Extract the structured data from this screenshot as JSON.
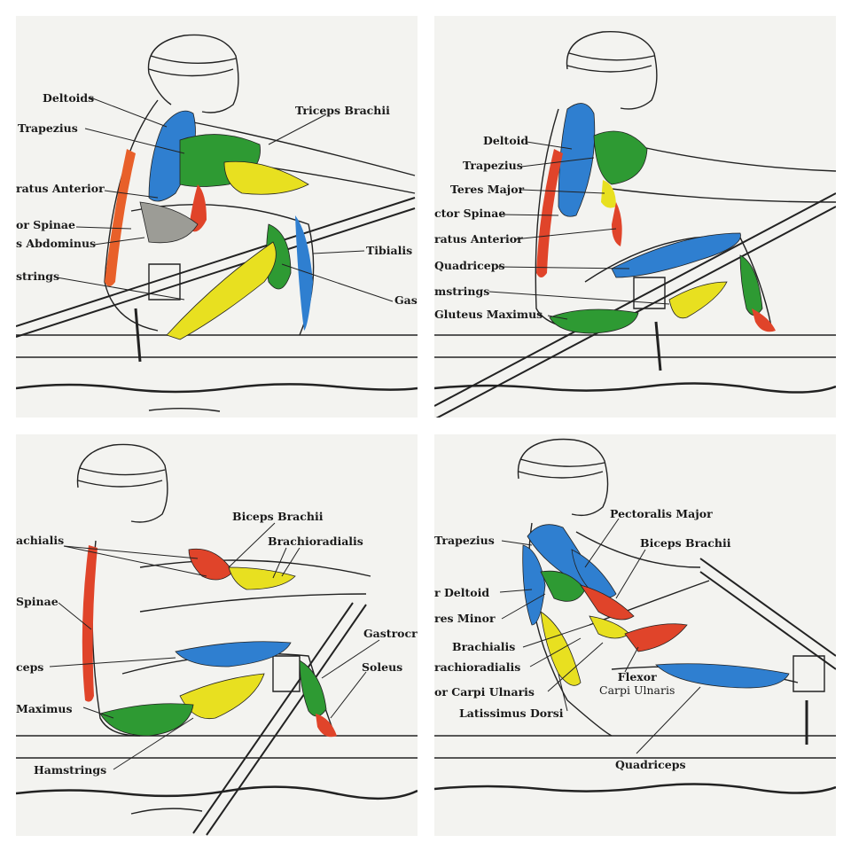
{
  "panels": [
    {
      "id": "catch",
      "labels": {
        "deltoids": "Deltoids",
        "trapezius": "Trapezius",
        "serratus_anterior": "ratus Anterior",
        "erector_spinae": "or Spinae",
        "rectus_abdominus": "s Abdominus",
        "hamstrings": "strings",
        "triceps_brachii": "Triceps Brachii",
        "tibialis": "Tibialis",
        "gastrocnemius": "Gas"
      }
    },
    {
      "id": "drive",
      "labels": {
        "deltoid": "Deltoid",
        "trapezius": "Trapezius",
        "teres_major": "Teres Major",
        "erector_spinae": "ctor Spinae",
        "serratus_anterior": "ratus Anterior",
        "quadriceps": "Quadriceps",
        "hamstrings": "mstrings",
        "gluteus_maximus": "Gluteus Maximus"
      }
    },
    {
      "id": "recovery",
      "labels": {
        "brachialis": "achialis",
        "spinae": "Spinae",
        "quadriceps": "ceps",
        "gluteus_maximus": "Maximus",
        "hamstrings": "Hamstrings",
        "biceps_brachii": "Biceps Brachii",
        "brachioradialis": "Brachioradialis",
        "gastrocnemius": "Gastrocr",
        "soleus": "Soleus"
      }
    },
    {
      "id": "finish",
      "labels": {
        "trapezius": "Trapezius",
        "deltoid": "r Deltoid",
        "teres_minor": "res Minor",
        "brachialis": "Brachialis",
        "brachioradialis": "rachioradialis",
        "flexor_carpi_ulnaris_left": "or Carpi Ulnaris",
        "latissimus_dorsi": "Latissimus Dorsi",
        "pectoralis_major": "Pectoralis Major",
        "biceps_brachii": "Biceps Brachii",
        "flexor_line1": "Flexor",
        "flexor_line2": "Carpi Ulnaris",
        "quadriceps": "Quadriceps"
      }
    }
  ],
  "colors": {
    "background": "#f3f3f0",
    "ink": "#1a1a1a",
    "blue": "#2f7fd0",
    "green": "#2e9a33",
    "yellow": "#e8e020",
    "red": "#e0442a",
    "orange": "#e8602a",
    "grey": "#9c9c96"
  }
}
